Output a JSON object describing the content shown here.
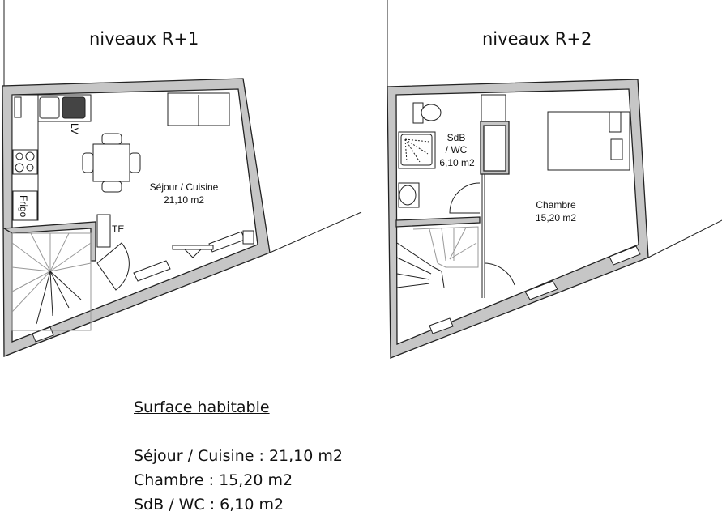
{
  "plans": [
    {
      "title": "niveaux R+1",
      "rooms": [
        {
          "name": "Séjour / Cuisine",
          "area": "21,10 m2"
        }
      ],
      "labels": {
        "sink": "LV",
        "fridge": "Frigo",
        "te": "TE"
      }
    },
    {
      "title": "niveaux R+2",
      "rooms": [
        {
          "name": "SdB",
          "name2": "/ WC",
          "area": "6,10 m2"
        },
        {
          "name": "Chambre",
          "area": "15,20 m2"
        }
      ]
    }
  ],
  "summary": {
    "heading": "Surface habitable",
    "lines": [
      "Séjour / Cuisine : 21,10 m2",
      "Chambre : 15,20 m2",
      "SdB / WC : 6,10 m2"
    ]
  }
}
